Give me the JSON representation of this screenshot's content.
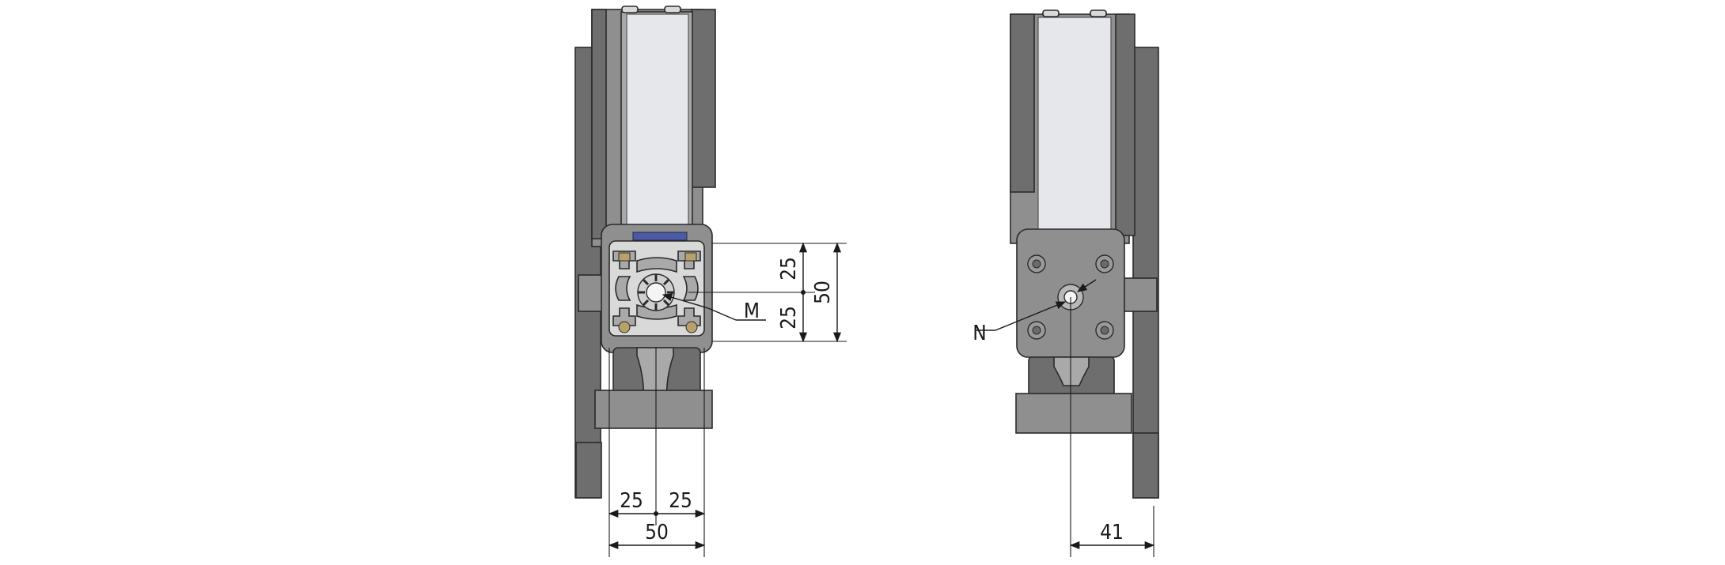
{
  "figure": {
    "front_view": {
      "dimensions": {
        "vertical_upper": "25",
        "vertical_lower": "25",
        "vertical_total": "50",
        "horizontal_left": "25",
        "horizontal_right": "25",
        "horizontal_total": "50"
      },
      "callout": "M"
    },
    "side_view": {
      "dimensions": {
        "horizontal": "41"
      },
      "callout": "N"
    }
  },
  "colors": {
    "body_dark": "#6e6e6e",
    "body_mid": "#8f8f8f",
    "body_light": "#a9a9a9",
    "belt": "#e6e7ea",
    "outline": "#2a2a2a",
    "lines": "#1a1a1a",
    "accent_blue": "#4a5aa8",
    "accent_brass": "#b8a26a"
  }
}
